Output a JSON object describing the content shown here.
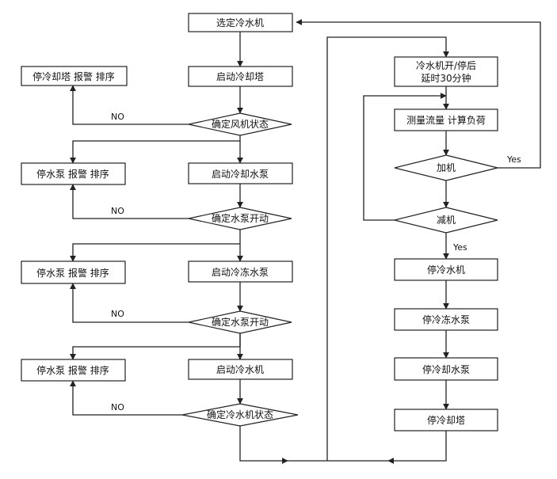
{
  "nodes": {
    "select_chiller": "选定冷水机",
    "start_cooling_tower": "启动冷却塔",
    "stop_cooling_tower_alarm": "停冷却塔 报警 排序",
    "check_fan_status": "确定风机状态",
    "start_cooling_pump": "启动冷却水泵",
    "stop_pump_alarm_1": "停水泵 报警 排序",
    "check_pump_running_1": "确定水泵开动",
    "start_chilled_pump": "启动冷冻水泵",
    "stop_pump_alarm_2": "停水泵 报警 排序",
    "check_pump_running_2": "确定水泵开动",
    "start_chiller": "启动冷水机",
    "stop_pump_alarm_3": "停水泵 报警 排序",
    "check_chiller_status": "确定冷水机状态",
    "chiller_delay_line1": "冷水机开/停后",
    "chiller_delay_line2": "延时30分钟",
    "measure_flow_load": "测量流量 计算负荷",
    "add_unit": "加机",
    "reduce_unit": "减机",
    "stop_chiller": "停冷水机",
    "stop_chilled_pump": "停冷冻水泵",
    "stop_cooling_pump": "停冷却水泵",
    "stop_cooling_tower": "停冷却塔"
  },
  "labels": {
    "no_1": "NO",
    "no_2": "NO",
    "no_3": "NO",
    "no_4": "NO",
    "yes_add": "Yes",
    "yes_reduce": "Yes"
  },
  "colors": {
    "stroke": "#222222",
    "fill": "#ffffff",
    "text": "#111111"
  }
}
